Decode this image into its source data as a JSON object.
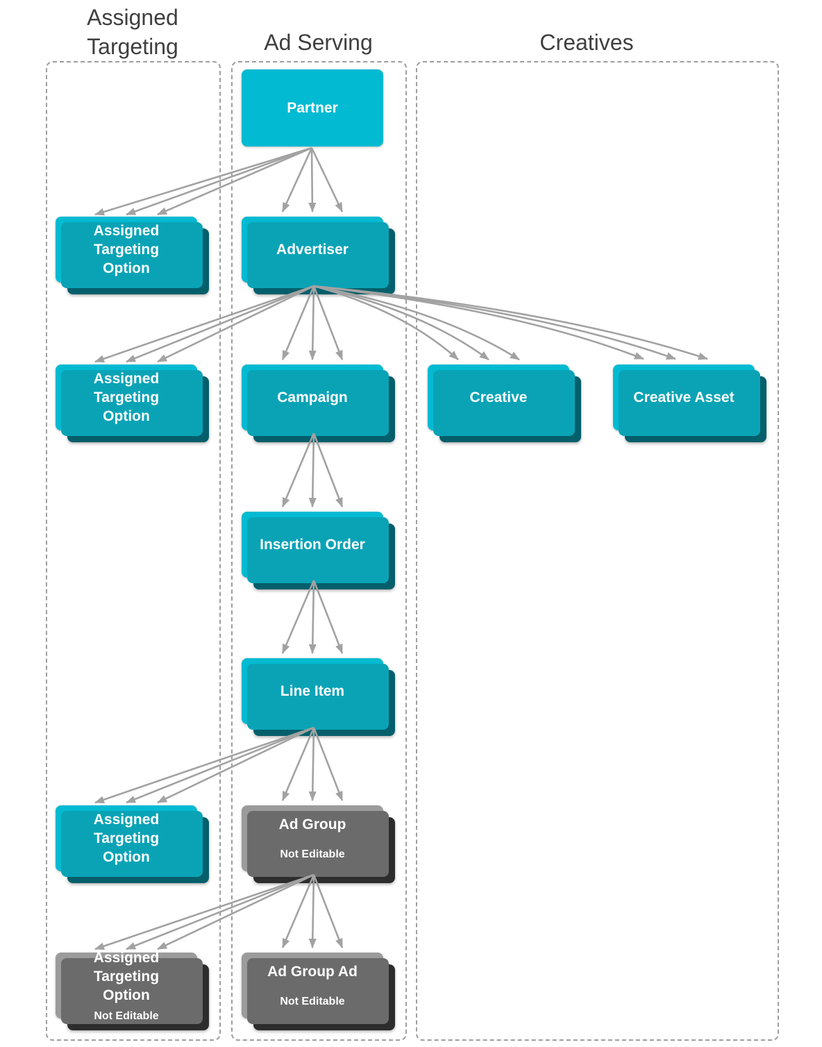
{
  "columns": {
    "assigned_targeting": {
      "title": "Assigned Targeting"
    },
    "ad_serving": {
      "title": "Ad Serving"
    },
    "creatives": {
      "title": "Creatives"
    }
  },
  "nodes": {
    "partner": {
      "label": "Partner"
    },
    "advertiser": {
      "label": "Advertiser"
    },
    "campaign": {
      "label": "Campaign"
    },
    "insertion_order": {
      "label": "Insertion Order"
    },
    "line_item": {
      "label": "Line Item"
    },
    "ad_group": {
      "label": "Ad Group",
      "subtitle": "Not Editable"
    },
    "ad_group_ad": {
      "label": "Ad Group Ad",
      "subtitle": "Not Editable"
    },
    "creative": {
      "label": "Creative"
    },
    "creative_asset": {
      "label": "Creative Asset"
    },
    "ato_partner": {
      "label": "Assigned Targeting Option"
    },
    "ato_advertiser": {
      "label": "Assigned Targeting Option"
    },
    "ato_line_item": {
      "label": "Assigned Targeting Option"
    },
    "ato_ad_group": {
      "label": "Assigned Targeting Option",
      "subtitle": "Not Editable"
    }
  },
  "colors": {
    "editable_node": "#02bad2",
    "editable_node_mid": "#0aa3b6",
    "editable_node_dark": "#045f6b",
    "not_editable_node": "#9b9b9b",
    "not_editable_node_mid": "#6b6b6b",
    "not_editable_node_dark": "#2d2d2d",
    "arrow": "#a2a2a2",
    "column_border": "#9e9e9e",
    "title_text": "#3f3f3f",
    "node_text": "#ffffff",
    "background": "#ffffff"
  }
}
